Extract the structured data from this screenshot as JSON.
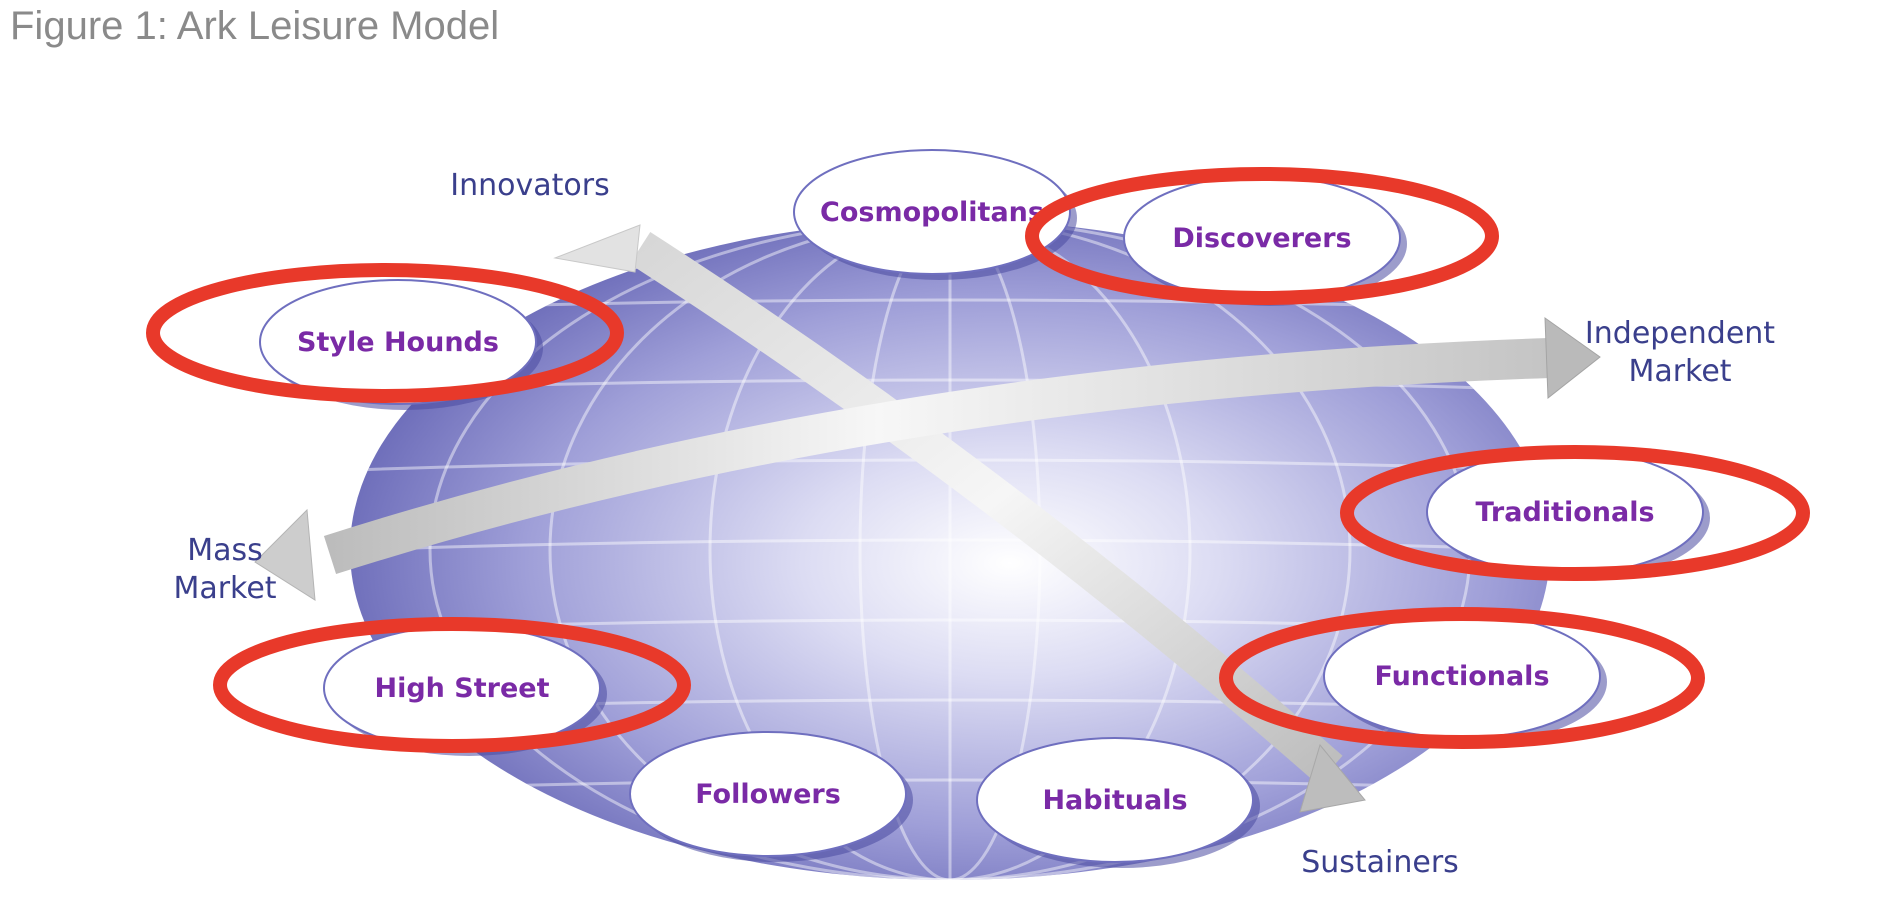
{
  "caption": "Figure 1: Ark Leisure Model",
  "axes": {
    "innovators": "Innovators",
    "sustainers": "Sustainers",
    "mass_market": [
      "Mass",
      "Market"
    ],
    "independent_market": [
      "Independent",
      "Market"
    ]
  },
  "segments": [
    {
      "label": "Cosmopolitans",
      "highlighted": false
    },
    {
      "label": "Discoverers",
      "highlighted": true
    },
    {
      "label": "Style Hounds",
      "highlighted": true
    },
    {
      "label": "Traditionals",
      "highlighted": true
    },
    {
      "label": "Functionals",
      "highlighted": true
    },
    {
      "label": "High Street",
      "highlighted": true
    },
    {
      "label": "Followers",
      "highlighted": false
    },
    {
      "label": "Habituals",
      "highlighted": false
    }
  ],
  "colors": {
    "caption": "#8a8a8a",
    "axis_label": "#3a3f8c",
    "segment_label": "#7a2aa6",
    "globe": "#7b7bc4",
    "highlight": "#e8392a"
  }
}
